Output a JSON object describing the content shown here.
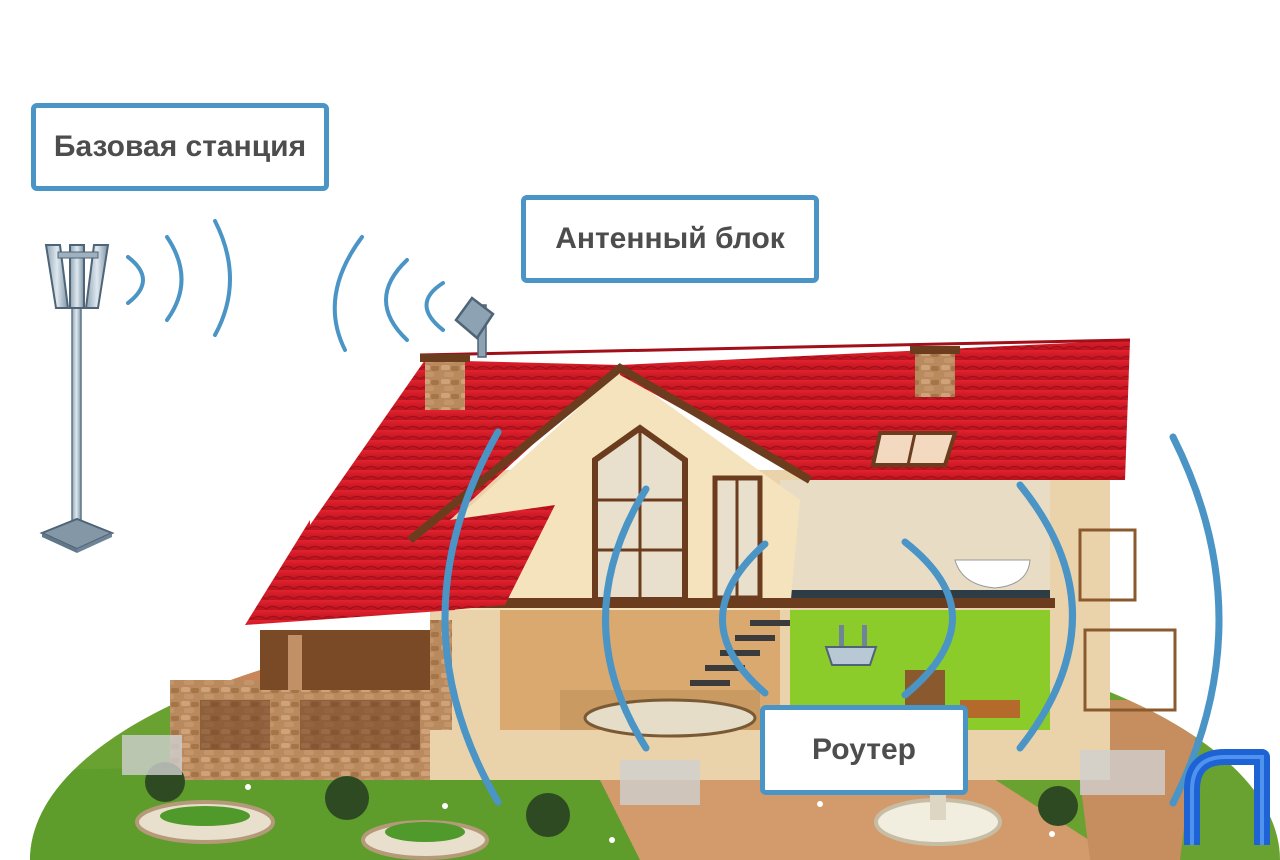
{
  "labels": {
    "base_station": "Базовая станция",
    "antenna_unit": "Антенный блок",
    "router": "Роутер"
  },
  "colors": {
    "accent": "#4a94c6",
    "label_text": "#4d4d4d",
    "roof": "#d81e2a",
    "grass": "#6aa232",
    "wall": "#f0dcb4",
    "stone": "#b0835a",
    "logo": "#1e63d6"
  },
  "icons": {
    "base_station": "cell-tower-icon",
    "antenna": "panel-antenna-icon",
    "router": "wifi-router-icon",
    "logo": "brand-logo-icon"
  }
}
